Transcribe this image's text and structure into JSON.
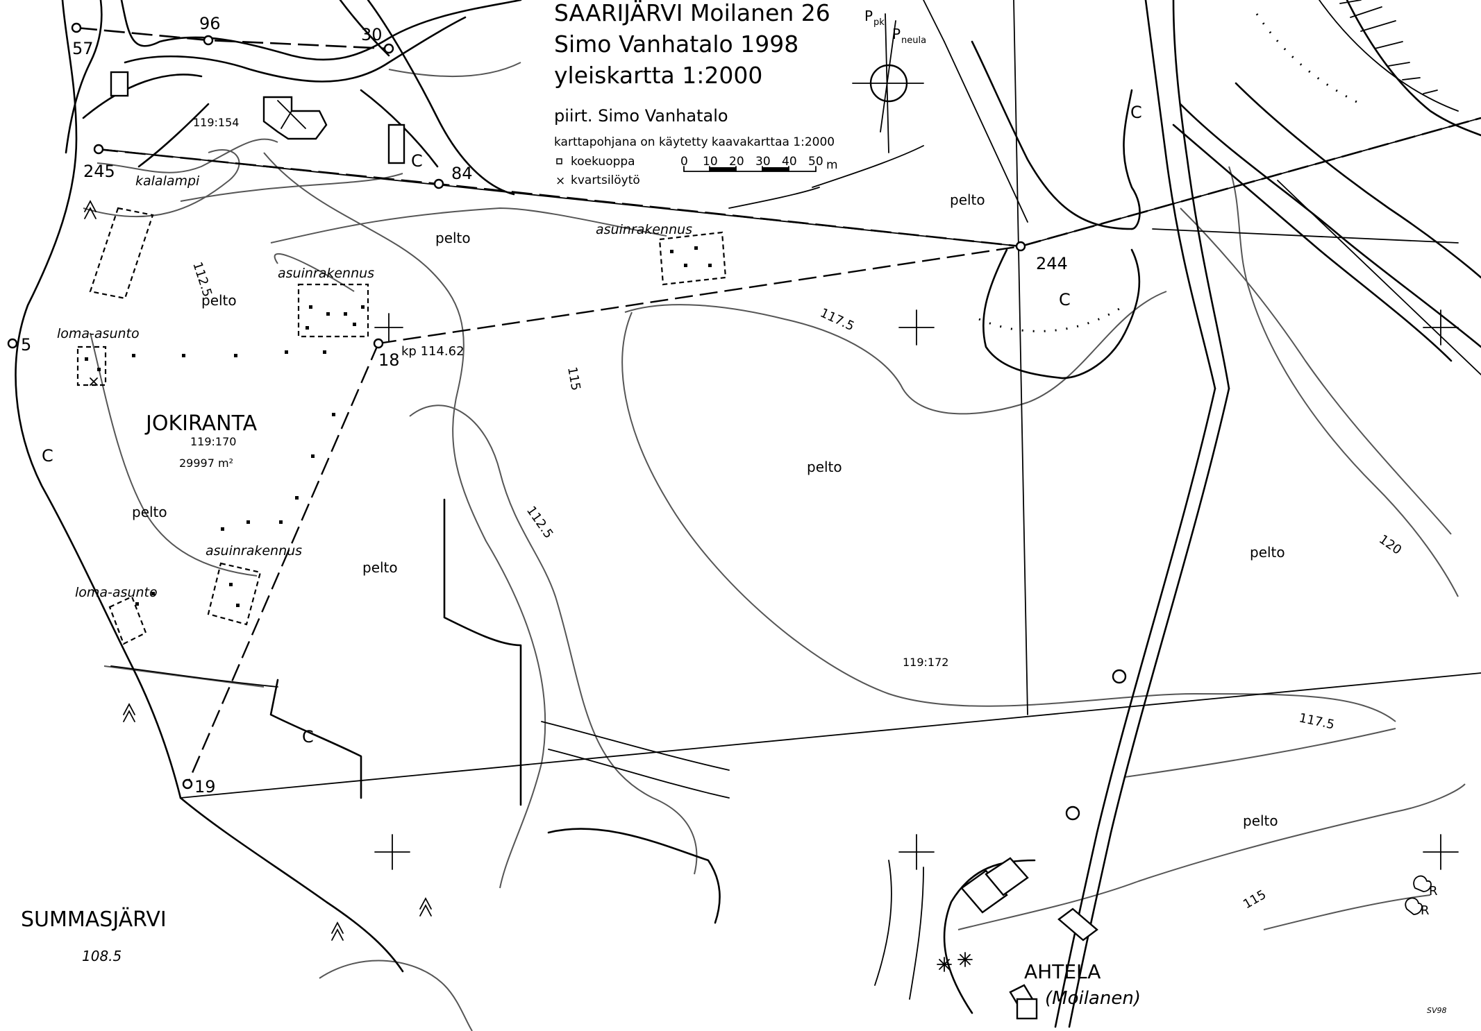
{
  "header": {
    "title_line1": "SAARIJÄRVI Moilanen 26",
    "title_line2": "Simo Vanhatalo 1998",
    "title_line3": "yleiskartta 1:2000",
    "drawn_by": "piirt. Simo Vanhatalo",
    "base_note": "karttapohjana on käytetty kaavakarttaa 1:2000"
  },
  "legend": {
    "test_pit": "koekuoppa",
    "quartz_find": "kvartsilöytö"
  },
  "scale_bar": {
    "labels": [
      "0",
      "10",
      "20",
      "30",
      "40",
      "50",
      "m"
    ]
  },
  "north_arrow": {
    "p_pk": "P",
    "p_pk_sub": "pk",
    "p_neula": "P",
    "p_neula_sub": "neula"
  },
  "points": [
    {
      "id": "57",
      "label": "57"
    },
    {
      "id": "96",
      "label": "96"
    },
    {
      "id": "30",
      "label": "30"
    },
    {
      "id": "245",
      "label": "245"
    },
    {
      "id": "84",
      "label": "84"
    },
    {
      "id": "244",
      "label": "244"
    },
    {
      "id": "5",
      "label": "5"
    },
    {
      "id": "18",
      "label": "18"
    },
    {
      "id": "19",
      "label": "19"
    }
  ],
  "elevation_point": "kp 114.62",
  "parcels": {
    "p154": "119:154",
    "p170": "119:170",
    "p172": "119:172",
    "area": "29997 m²"
  },
  "place_names": {
    "jokiranta": "JOKIRANTA",
    "summasjarvi": "SUMMASJÄRVI",
    "lake_level": "108.5",
    "ahtela": "AHTELA",
    "moilanen": "(Moilanen)",
    "kalalampi": "kalalampi"
  },
  "labels": {
    "pelto": "pelto",
    "asuinrakennus": "asuinrakennus",
    "loma_asunto": "loma-asunto"
  },
  "contours": [
    "112.5",
    "115",
    "117.5",
    "120",
    "112.5",
    "117.5",
    "115"
  ],
  "symbols": {
    "cemetery": "C",
    "rock": "R",
    "signature": "SV98"
  }
}
